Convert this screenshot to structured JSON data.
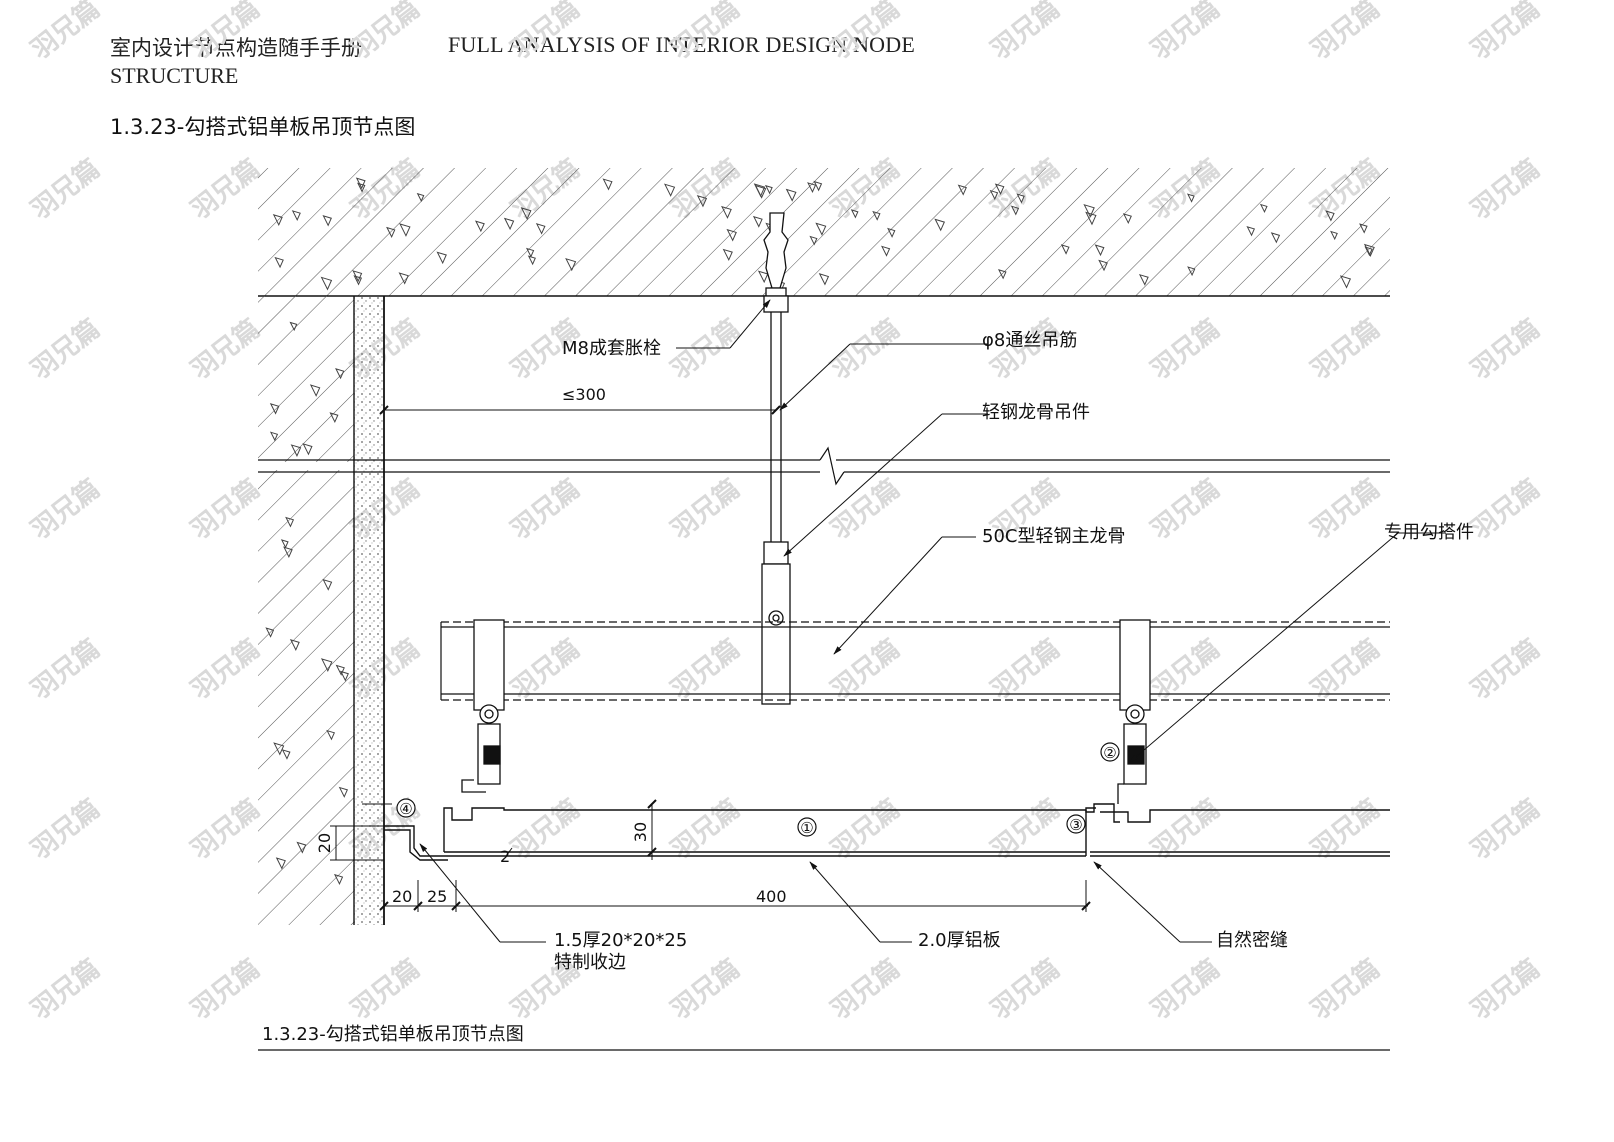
{
  "header": {
    "title_cn": "室内设计节点构造随手手册",
    "title_en_line1": "FULL ANALYSIS OF INTERIOR DESIGN NODE",
    "title_en_line2": "STRUCTURE",
    "section_title": "1.3.23-勾搭式铝单板吊顶节点图"
  },
  "diagram": {
    "labels": {
      "anchor_bolt": "M8成套胀栓",
      "threaded_rod": "φ8通丝吊筋",
      "hanger": "轻钢龙骨吊件",
      "main_keel": "50C型轻钢主龙骨",
      "hook_part": "专用勾搭件",
      "edge_trim_line1": "1.5厚20*20*25",
      "edge_trim_line2": "特制收边",
      "aluminum_panel": "2.0厚铝板",
      "natural_joint": "自然密缝"
    },
    "dimensions": {
      "max_spacing": "≤300",
      "dim_20_vertical": "20",
      "dim_30": "30",
      "dim_2": "2",
      "dim_20": "20",
      "dim_25": "25",
      "dim_400": "400"
    },
    "callouts": {
      "c1": "①",
      "c2": "②",
      "c3": "③",
      "c4": "④"
    },
    "caption": "1.3.23-勾搭式铝单板吊顶节点图",
    "watermark": "羽兄篇"
  }
}
